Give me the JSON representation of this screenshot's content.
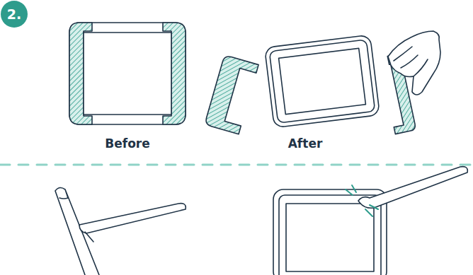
{
  "diagram": {
    "nodes": [
      {
        "text": [
          "2."
        ]
      }
    ],
    "labels": [
      "Before",
      "After"
    ]
  }
}
